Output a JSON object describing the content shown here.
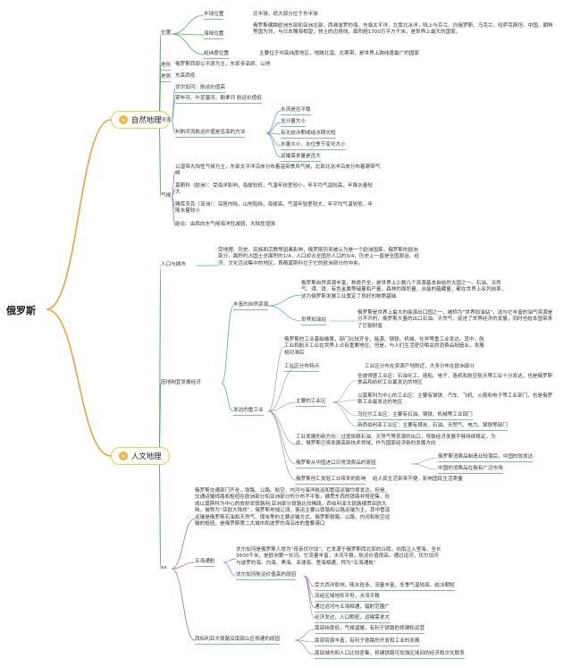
{
  "root": {
    "label": "俄罗斯"
  },
  "categories": [
    {
      "label": "自然地理",
      "icon": "medal-icon"
    },
    {
      "label": "人文地理",
      "icon": "medal-icon"
    }
  ],
  "nodes": {
    "n1": "位置",
    "n1a": "半球位置",
    "n1a1": "北半球，绝大部分位于东半球",
    "n1b": "海陆位置",
    "n1b1": "俄罗斯横跨欧洲东部和亚洲北部，西濒波罗的海，东临太平洋，北靠北冰洋，陆上与芬兰、白俄罗斯、乌克兰、哈萨克斯坦、中国、朝鲜等国为邻，与日本隔海相望，领土的边境线，面积超1700万平方千米，是世界上最大的国家。",
    "n1c": "经纬度位置",
    "n1c1": "主要位于中高纬度地区，地跨北温、北寒带，是世界上跨纬度最广的国家",
    "n2": "地形",
    "n2a": "俄罗斯西部以平原为主，东部多高原、山地",
    "n3": "地势",
    "n3a": "东高西低",
    "n4": "河流",
    "n4a": "伏尔加河：航运价值高",
    "n4b": "鄂毕河、叶尼塞河、勒拿河 航运价值低",
    "n4c": "判断河流航运价值是否高的方法",
    "n4c1": "水流是否平稳",
    "n4c2": "含沙量大小",
    "n4c3": "有无结冰期或结冰期长短",
    "n4c4": "水量大小、水位季节变化大小",
    "n4c5": "运输需求量是否大",
    "n5": "气候",
    "n5a": "以温带大陆性气候为主，东部太平洋沿岸分布着温带季风气候，北部北冰洋沿岸分布着寒带气候",
    "n5b": "莫斯科（欧洲）：受海洋影响，海拔较低，气温年较差较小，年平均气温较高，年降水量较大",
    "n5c": "雅库茨克（亚洲）：深居内陆，山地阻挡，海拔高，气温年较差较大，年平均气温较低，年降水量较小",
    "n5d": "结论：由西向东气候海洋性减弱，大陆性增强",
    "m1": "人口与城市",
    "m1a": "受地理、历史、民族和宗教等因素影响，俄罗斯历来被认为是一个欧洲国家。俄罗斯的欧洲部分，面积约占国土总面积的1/4，人口却占全国总人口的3/4，历史上一直是全国政治、经济、文化活动集中的地区，首都莫斯科位于它的欧洲部分的中央。",
    "m2": "因地制宜发展经济",
    "m2a": "丰富的自然资源",
    "m2a1": "俄罗斯自然资源丰富，种类齐全，是世界上少数几个资源基本自给的大国之一。石油、天然气、煤、铁、有色金属等储量和产量，森林的面积量，水能的蕴藏量，都在世界上名列前茅，这为俄罗斯发展工业奠定了良好的物质基础",
    "m2a2": "世界加油站",
    "m2a2a": "俄罗斯是世界上最大的能源出口国之一，被称为“世界加油站”，这与它丰富的油气资源是分不开的，俄罗斯大量的出口石油、天然气，促进了世界经济的发展，同时也给本国带来了巨额财富",
    "m2b": "发达的重工业",
    "m2b1": "俄罗斯的工业基础雄厚，部门比较齐全，能源、钢铁、机械、化学等重工业发达。其中，航工业和航天工业在世界上占有重要地位。但是，与人们生活密切相关的消费品制造业，发展相对滞后",
    "m2b2": "工业区分布特点",
    "m2b2a": "工业区分布在资源产地附近，大多分布在欧洲部分",
    "m2b3": "主要的工业区",
    "m2b3a": "圣彼得堡工业区：石油化工、造船、电子、造纸和航空航天等工业十分发达，也是俄罗斯食品和纺织工业最发达的地区",
    "m2b3b": "以莫斯科为中心的工业区：主要有钢铁、汽车、飞机、火箭和电子等工业部门，也是俄罗斯工业最发达的地区",
    "m2b3c": "乌拉尔工业区：主要有石油、钢铁、机械等工业部门",
    "m2b3d": "新西伯利亚工业区：主要有煤炭、石油、天然气、电力、钢铁等部门",
    "m2b4": "工业发展的新方向：过度依赖石油、天然气等资源的出口，导致经济发展不够持续稳定。为此，俄罗斯已将发展高新技术领域，作为国家经济新的发展方向",
    "m2b5": "俄罗斯从中国进口日常消费品的原因",
    "m2b5a": "俄罗斯消费品制造业较落后，中国的较发达",
    "m2b5b": "中国的消费品在俄有广泛市场",
    "m2b6": "俄罗斯创汇类轻工业带来的影响",
    "m2b6a": "给人民生活带来不便，影响国民生活质量",
    "m3": "xx",
    "m3a": "俄罗斯交通部门齐全，铁路、公路、航空、内河与海洋航运和管道运输均很发达。但是，交通运输线路和枢纽在欧洲部分和亚洲部分的分布不平衡，横贯东西的铁路非常密集，形成以莫斯科为中心的放射状铁路网;亚洲部分铁路比较稀疏。西伯利亚大铁路横贯亚欧大陆，被称为“亚欧大陆桥”，俄罗斯地域辽阔，客运主要以铁路和公路运输为主，其中管道运输是俄罗斯石油和天然气、煤炭等的主要运输方式。俄罗斯铁路、公路、内河和航空运输的枢纽，是俄罗斯第二大城市和波罗的海沿岸的重要港口",
    "m3b": "五海通航",
    "m3b1": "伏尔加河是俄罗斯人誉为“母亲伏尔加”。它发源于俄罗斯西北部的丘陵，向南注入里海，全长3600千米，是欧洲第一长河。它流量丰富，水流平稳，航运价值很高。通过运河，伏尔加河与波罗的海、白海、黑海、亚速海、里海相通，称为“五海通航”",
    "m3b2": "伏尔加河航运价值高的原因",
    "m3b2a": "受大西洋影响，降水较多，流量丰富，冬季气温较高，结冰期短",
    "m3b2b": "流经区域地形平坦，水流平稳",
    "m3b2c": "通过运河与五海相通，辐射范围广",
    "m3b2d": "经济发达，人口稠密，运输需求大",
    "m3c": "西伯利亚大铁路沿南部山区修建的原因",
    "m3c1": "南部纬度低，气候温暖，有利于铁路的修建和运营",
    "m3c2": "南部资源丰富，有利于铁路的开发和工业的发展",
    "m3c3": "南部城市和人口比较密集，修建铁路可加强区域间的经济和文化联系"
  }
}
